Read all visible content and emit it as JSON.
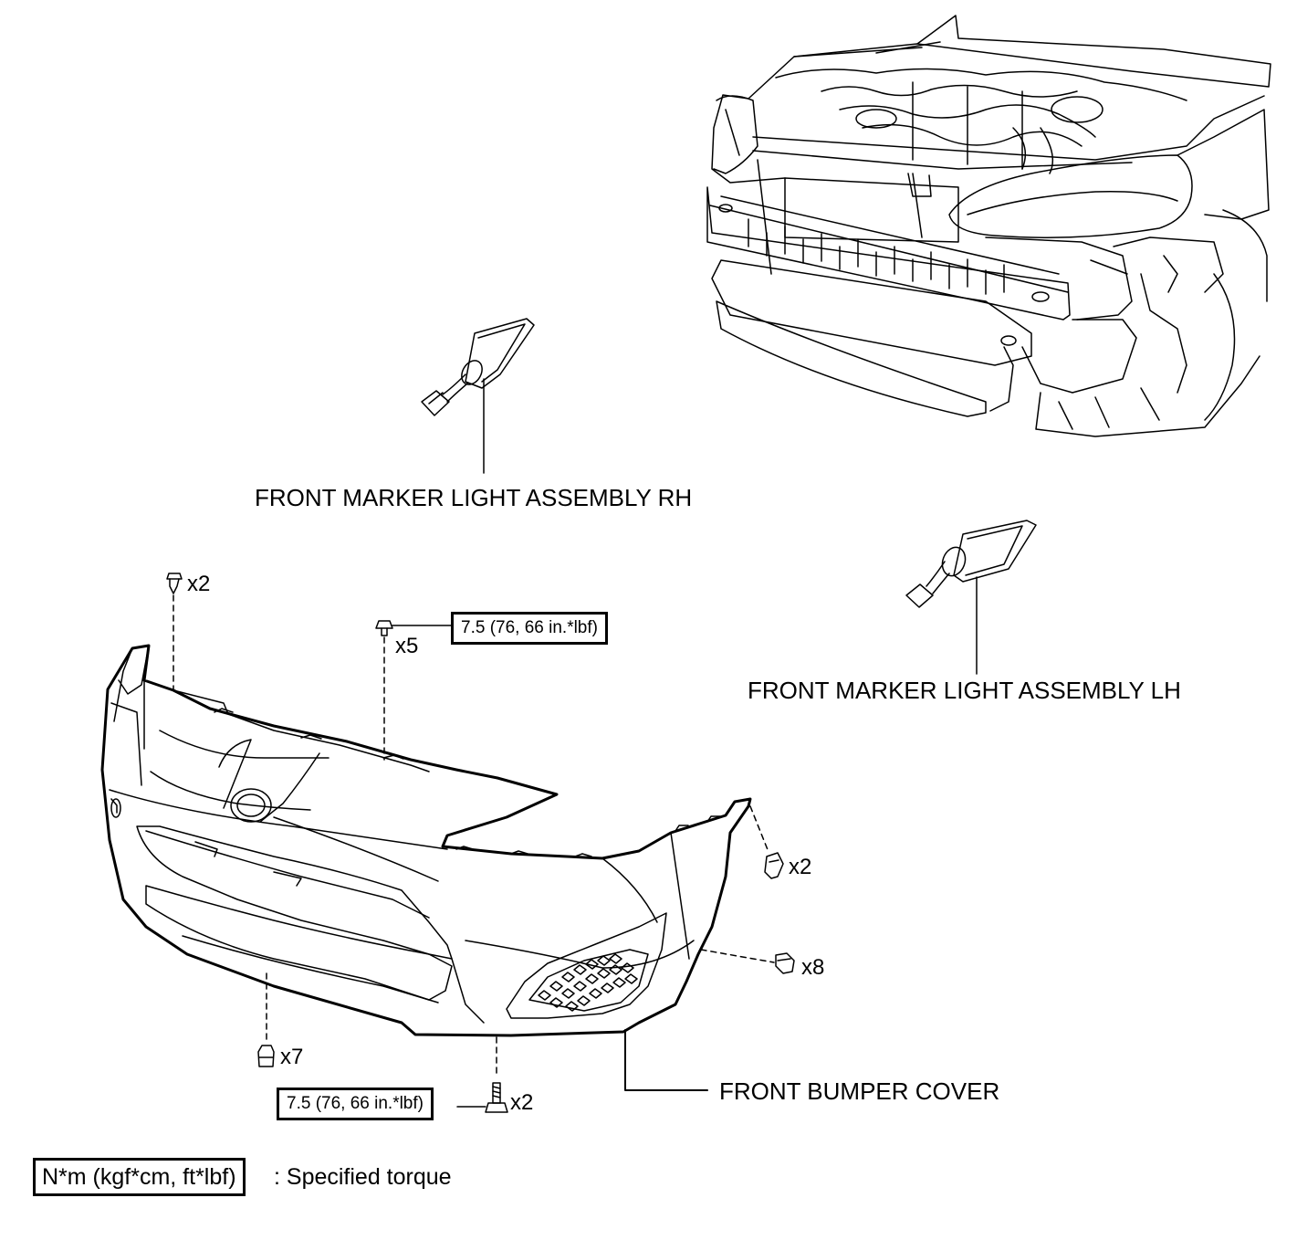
{
  "labels": {
    "marker_rh": "FRONT MARKER LIGHT ASSEMBLY RH",
    "marker_lh": "FRONT MARKER LIGHT ASSEMBLY LH",
    "bumper_cover": "FRONT BUMPER COVER"
  },
  "quantities": {
    "clip_top_left": "x2",
    "bolt_top": "x5",
    "screw_right": "x2",
    "clip_right": "x8",
    "clip_bottom_left": "x7",
    "bolt_bottom": "x2"
  },
  "torques": {
    "top": "7.5 (76, 66 in.*lbf)",
    "bottom": "7.5 (76, 66 in.*lbf)"
  },
  "legend": {
    "unit_box": "N*m (kgf*cm, ft*lbf)",
    "description": ": Specified torque"
  }
}
